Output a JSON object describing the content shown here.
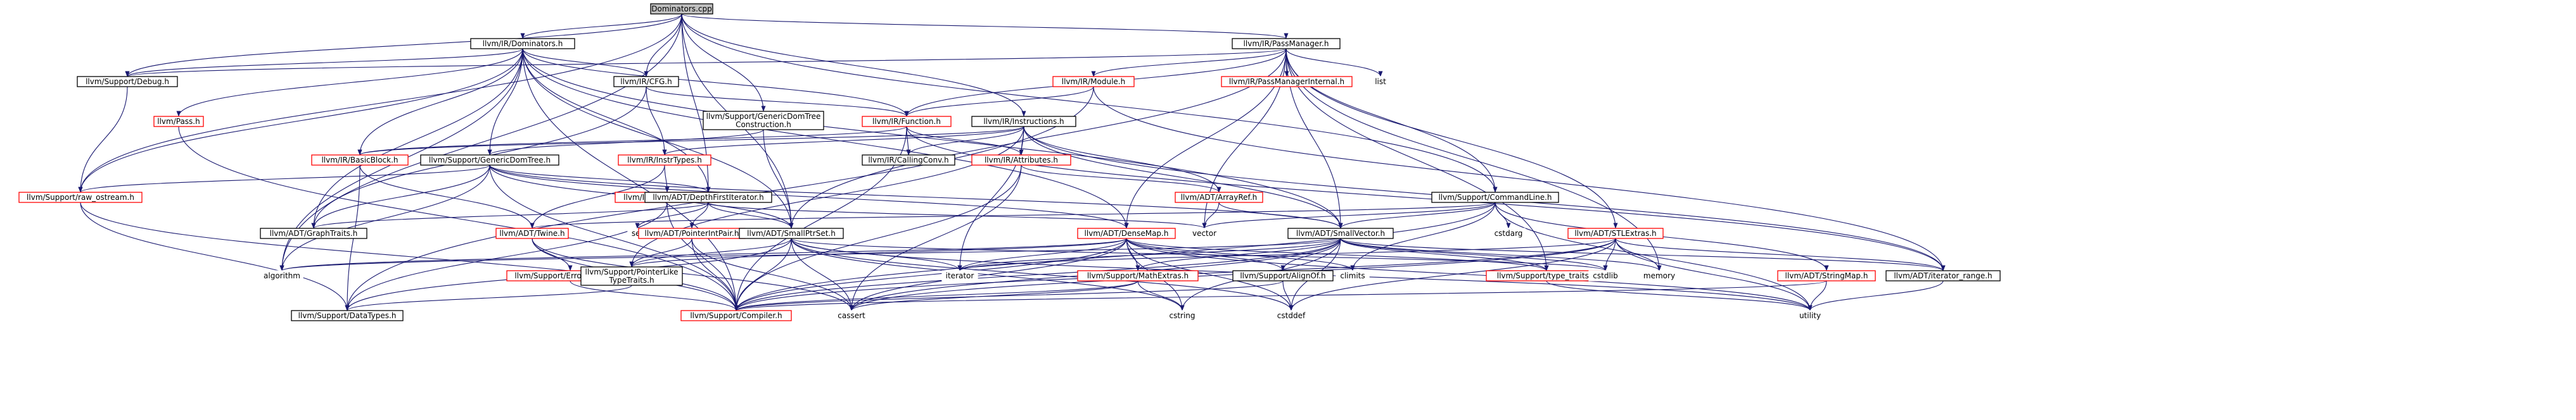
{
  "graph": {
    "type": "include-dependency-graph",
    "colors": {
      "root_fill": "#bfbfbf",
      "node_fill": "#ffffff",
      "border_documented": "#000000",
      "border_undocumented": "#ff0000",
      "border_system": "#bfbfbf",
      "edge": "#191970"
    },
    "nodes": [
      {
        "id": "root",
        "lines": [
          "Dominators.cpp"
        ],
        "style": "root"
      },
      {
        "id": "ir_dominators",
        "lines": [
          "llvm/IR/Dominators.h"
        ],
        "style": "doc"
      },
      {
        "id": "ir_passmanager",
        "lines": [
          "llvm/IR/PassManager.h"
        ],
        "style": "doc"
      },
      {
        "id": "support_debug",
        "lines": [
          "llvm/Support/Debug.h"
        ],
        "style": "doc"
      },
      {
        "id": "ir_cfg",
        "lines": [
          "llvm/IR/CFG.h"
        ],
        "style": "doc"
      },
      {
        "id": "ir_module",
        "lines": [
          "llvm/IR/Module.h"
        ],
        "style": "undoc"
      },
      {
        "id": "ir_pmi",
        "lines": [
          "llvm/IR/PassManagerInternal.h"
        ],
        "style": "undoc"
      },
      {
        "id": "list",
        "lines": [
          "list"
        ],
        "style": "sys"
      },
      {
        "id": "ir_pass",
        "lines": [
          "llvm/Pass.h"
        ],
        "style": "undoc"
      },
      {
        "id": "gdtc",
        "lines": [
          "llvm/Support/GenericDomTree",
          "Construction.h"
        ],
        "style": "doc"
      },
      {
        "id": "ir_function",
        "lines": [
          "llvm/IR/Function.h"
        ],
        "style": "undoc"
      },
      {
        "id": "ir_instructions",
        "lines": [
          "llvm/IR/Instructions.h"
        ],
        "style": "doc"
      },
      {
        "id": "ir_basicblock",
        "lines": [
          "llvm/IR/BasicBlock.h"
        ],
        "style": "undoc"
      },
      {
        "id": "gdt",
        "lines": [
          "llvm/Support/GenericDomTree.h"
        ],
        "style": "doc"
      },
      {
        "id": "ir_insttypes",
        "lines": [
          "llvm/IR/InstrTypes.h"
        ],
        "style": "undoc"
      },
      {
        "id": "ir_callingconv",
        "lines": [
          "llvm/IR/CallingConv.h"
        ],
        "style": "doc"
      },
      {
        "id": "ir_attributes",
        "lines": [
          "llvm/IR/Attributes.h"
        ],
        "style": "undoc"
      },
      {
        "id": "raw_ostream",
        "lines": [
          "llvm/Support/raw_ostream.h"
        ],
        "style": "undoc"
      },
      {
        "id": "ir_derivedtypes",
        "lines": [
          "llvm/IR/DerivedTypes.h"
        ],
        "style": "undoc"
      },
      {
        "id": "dfi",
        "lines": [
          "llvm/ADT/DepthFirstIterator.h"
        ],
        "style": "doc"
      },
      {
        "id": "arrayref",
        "lines": [
          "llvm/ADT/ArrayRef.h"
        ],
        "style": "undoc"
      },
      {
        "id": "cmdline",
        "lines": [
          "llvm/Support/CommandLine.h"
        ],
        "style": "doc"
      },
      {
        "id": "graphtraits",
        "lines": [
          "llvm/ADT/GraphTraits.h"
        ],
        "style": "doc"
      },
      {
        "id": "twine",
        "lines": [
          "llvm/ADT/Twine.h"
        ],
        "style": "undoc"
      },
      {
        "id": "set",
        "lines": [
          "set"
        ],
        "style": "sys"
      },
      {
        "id": "pointerintpair",
        "lines": [
          "llvm/ADT/PointerIntPair.h"
        ],
        "style": "undoc"
      },
      {
        "id": "smallptrset",
        "lines": [
          "llvm/ADT/SmallPtrSet.h"
        ],
        "style": "doc"
      },
      {
        "id": "densemap",
        "lines": [
          "llvm/ADT/DenseMap.h"
        ],
        "style": "undoc"
      },
      {
        "id": "vector",
        "lines": [
          "vector"
        ],
        "style": "sys"
      },
      {
        "id": "smallvector",
        "lines": [
          "llvm/ADT/SmallVector.h"
        ],
        "style": "doc"
      },
      {
        "id": "stlextras",
        "lines": [
          "llvm/ADT/STLExtras.h"
        ],
        "style": "undoc"
      },
      {
        "id": "cstdarg",
        "lines": [
          "cstdarg"
        ],
        "style": "sys"
      },
      {
        "id": "algorithm",
        "lines": [
          "algorithm"
        ],
        "style": "sys"
      },
      {
        "id": "errorhandling",
        "lines": [
          "llvm/Support/ErrorHandling.h"
        ],
        "style": "undoc"
      },
      {
        "id": "ptrliketraits",
        "lines": [
          "llvm/Support/PointerLike",
          "TypeTraits.h"
        ],
        "style": "doc"
      },
      {
        "id": "iterator",
        "lines": [
          "iterator"
        ],
        "style": "sys"
      },
      {
        "id": "mathextras",
        "lines": [
          "llvm/Support/MathExtras.h"
        ],
        "style": "undoc"
      },
      {
        "id": "alignof",
        "lines": [
          "llvm/Support/AlignOf.h"
        ],
        "style": "doc"
      },
      {
        "id": "climits",
        "lines": [
          "climits"
        ],
        "style": "sys"
      },
      {
        "id": "typetraits",
        "lines": [
          "llvm/Support/type_traits.h"
        ],
        "style": "undoc"
      },
      {
        "id": "cstdlib",
        "lines": [
          "cstdlib"
        ],
        "style": "sys"
      },
      {
        "id": "memory",
        "lines": [
          "memory"
        ],
        "style": "sys"
      },
      {
        "id": "stringmap",
        "lines": [
          "llvm/ADT/StringMap.h"
        ],
        "style": "undoc"
      },
      {
        "id": "iterator_range",
        "lines": [
          "llvm/ADT/iterator_range.h"
        ],
        "style": "doc"
      },
      {
        "id": "datatypes",
        "lines": [
          "llvm/Support/DataTypes.h"
        ],
        "style": "doc"
      },
      {
        "id": "compiler",
        "lines": [
          "llvm/Support/Compiler.h"
        ],
        "style": "undoc"
      },
      {
        "id": "cassert",
        "lines": [
          "cassert"
        ],
        "style": "sys"
      },
      {
        "id": "cstring",
        "lines": [
          "cstring"
        ],
        "style": "sys"
      },
      {
        "id": "cstddef",
        "lines": [
          "cstddef"
        ],
        "style": "sys"
      },
      {
        "id": "utility",
        "lines": [
          "utility"
        ],
        "style": "sys"
      }
    ],
    "edges": [
      [
        "root",
        "ir_dominators"
      ],
      [
        "root",
        "ir_passmanager"
      ],
      [
        "root",
        "support_debug"
      ],
      [
        "root",
        "raw_ostream"
      ],
      [
        "root",
        "ir_cfg"
      ],
      [
        "root",
        "gdtc"
      ],
      [
        "root",
        "ir_instructions"
      ],
      [
        "root",
        "dfi"
      ],
      [
        "root",
        "smallptrset"
      ],
      [
        "root",
        "cmdline"
      ],
      [
        "root",
        "algorithm"
      ],
      [
        "ir_dominators",
        "support_debug"
      ],
      [
        "ir_dominators",
        "ir_cfg"
      ],
      [
        "ir_dominators",
        "ir_pass"
      ],
      [
        "ir_dominators",
        "ir_function"
      ],
      [
        "ir_dominators",
        "gdt"
      ],
      [
        "ir_dominators",
        "ir_basicblock"
      ],
      [
        "ir_dominators",
        "raw_ostream"
      ],
      [
        "ir_dominators",
        "graphtraits"
      ],
      [
        "ir_dominators",
        "dfi"
      ],
      [
        "ir_dominators",
        "smallptrset"
      ],
      [
        "ir_dominators",
        "densemap"
      ],
      [
        "ir_dominators",
        "smallvector"
      ],
      [
        "ir_dominators",
        "algorithm"
      ],
      [
        "ir_dominators",
        "compiler"
      ],
      [
        "ir_passmanager",
        "support_debug"
      ],
      [
        "ir_passmanager",
        "ir_module"
      ],
      [
        "ir_passmanager",
        "ir_pmi"
      ],
      [
        "ir_passmanager",
        "list"
      ],
      [
        "ir_passmanager",
        "ir_function"
      ],
      [
        "ir_passmanager",
        "cmdline"
      ],
      [
        "ir_passmanager",
        "smallptrset"
      ],
      [
        "ir_passmanager",
        "densemap"
      ],
      [
        "ir_passmanager",
        "stlextras"
      ],
      [
        "ir_passmanager",
        "smallvector"
      ],
      [
        "ir_passmanager",
        "vector"
      ],
      [
        "ir_passmanager",
        "memory"
      ],
      [
        "ir_passmanager",
        "typetraits"
      ],
      [
        "support_debug",
        "raw_ostream"
      ],
      [
        "ir_cfg",
        "ir_function"
      ],
      [
        "ir_cfg",
        "ir_insttypes"
      ],
      [
        "ir_cfg",
        "graphtraits"
      ],
      [
        "ir_module",
        "ir_function"
      ],
      [
        "ir_module",
        "datatypes"
      ],
      [
        "ir_module",
        "iterator_range"
      ],
      [
        "ir_pass",
        "compiler"
      ],
      [
        "gdtc",
        "gdt"
      ],
      [
        "gdtc",
        "smallptrset"
      ],
      [
        "ir_function",
        "ir_basicblock"
      ],
      [
        "ir_function",
        "ir_callingconv"
      ],
      [
        "ir_function",
        "ir_attributes"
      ],
      [
        "ir_function",
        "compiler"
      ],
      [
        "ir_function",
        "iterator_range"
      ],
      [
        "ir_instructions",
        "ir_insttypes"
      ],
      [
        "ir_instructions",
        "ir_basicblock"
      ],
      [
        "ir_instructions",
        "ir_callingconv"
      ],
      [
        "ir_instructions",
        "ir_attributes"
      ],
      [
        "ir_instructions",
        "ptrliketraits"
      ],
      [
        "ir_instructions",
        "arrayref"
      ],
      [
        "ir_instructions",
        "smallvector"
      ],
      [
        "ir_instructions",
        "iterator"
      ],
      [
        "ir_instructions",
        "iterator_range"
      ],
      [
        "ir_basicblock",
        "twine"
      ],
      [
        "ir_basicblock",
        "datatypes"
      ],
      [
        "gdt",
        "raw_ostream"
      ],
      [
        "gdt",
        "graphtraits"
      ],
      [
        "gdt",
        "dfi"
      ],
      [
        "gdt",
        "smallptrset"
      ],
      [
        "gdt",
        "densemap"
      ],
      [
        "gdt",
        "smallvector"
      ],
      [
        "gdt",
        "algorithm"
      ],
      [
        "gdt",
        "compiler"
      ],
      [
        "ir_insttypes",
        "ir_derivedtypes"
      ],
      [
        "ir_insttypes",
        "twine"
      ],
      [
        "ir_attributes",
        "arrayref"
      ],
      [
        "ir_attributes",
        "compiler"
      ],
      [
        "ir_attributes",
        "cassert"
      ],
      [
        "raw_ostream",
        "compiler"
      ],
      [
        "raw_ostream",
        "datatypes"
      ],
      [
        "ir_derivedtypes",
        "datatypes"
      ],
      [
        "ir_derivedtypes",
        "compiler"
      ],
      [
        "dfi",
        "graphtraits"
      ],
      [
        "dfi",
        "pointerintpair"
      ],
      [
        "dfi",
        "smallptrset"
      ],
      [
        "dfi",
        "set"
      ],
      [
        "dfi",
        "vector"
      ],
      [
        "arrayref",
        "smallvector"
      ],
      [
        "arrayref",
        "vector"
      ],
      [
        "cmdline",
        "twine"
      ],
      [
        "cmdline",
        "smallvector"
      ],
      [
        "cmdline",
        "stringmap"
      ],
      [
        "cmdline",
        "compiler"
      ],
      [
        "cmdline",
        "climits"
      ],
      [
        "cmdline",
        "cstdarg"
      ],
      [
        "cmdline",
        "utility"
      ],
      [
        "cmdline",
        "vector"
      ],
      [
        "twine",
        "compiler"
      ],
      [
        "twine",
        "errorhandling"
      ],
      [
        "twine",
        "cassert"
      ],
      [
        "pointerintpair",
        "ptrliketraits"
      ],
      [
        "pointerintpair",
        "compiler"
      ],
      [
        "pointerintpair",
        "cassert"
      ],
      [
        "smallptrset",
        "compiler"
      ],
      [
        "smallptrset",
        "datatypes"
      ],
      [
        "smallptrset",
        "ptrliketraits"
      ],
      [
        "smallptrset",
        "cassert"
      ],
      [
        "smallptrset",
        "iterator"
      ],
      [
        "smallptrset",
        "cstddef"
      ],
      [
        "smallptrset",
        "cstring"
      ],
      [
        "smallptrset",
        "cstdlib"
      ],
      [
        "smallptrset",
        "utility"
      ],
      [
        "densemap",
        "compiler"
      ],
      [
        "densemap",
        "ptrliketraits"
      ],
      [
        "densemap",
        "mathextras"
      ],
      [
        "densemap",
        "alignof"
      ],
      [
        "densemap",
        "typetraits"
      ],
      [
        "densemap",
        "algorithm"
      ],
      [
        "densemap",
        "cassert"
      ],
      [
        "densemap",
        "climits"
      ],
      [
        "densemap",
        "cstddef"
      ],
      [
        "densemap",
        "cstring"
      ],
      [
        "densemap",
        "iterator"
      ],
      [
        "densemap",
        "utility"
      ],
      [
        "smallvector",
        "compiler"
      ],
      [
        "smallvector",
        "mathextras"
      ],
      [
        "smallvector",
        "alignof"
      ],
      [
        "smallvector",
        "typetraits"
      ],
      [
        "smallvector",
        "iterator_range"
      ],
      [
        "smallvector",
        "algorithm"
      ],
      [
        "smallvector",
        "cassert"
      ],
      [
        "smallvector",
        "cstddef"
      ],
      [
        "smallvector",
        "cstdlib"
      ],
      [
        "smallvector",
        "cstring"
      ],
      [
        "smallvector",
        "iterator"
      ],
      [
        "smallvector",
        "memory"
      ],
      [
        "stlextras",
        "compiler"
      ],
      [
        "stlextras",
        "iterator_range"
      ],
      [
        "stlextras",
        "cstddef"
      ],
      [
        "stlextras",
        "cstdlib"
      ],
      [
        "stlextras",
        "iterator"
      ],
      [
        "stlextras",
        "memory"
      ],
      [
        "stlextras",
        "utility"
      ],
      [
        "stlextras",
        "cassert"
      ],
      [
        "errorhandling",
        "compiler"
      ],
      [
        "ptrliketraits",
        "datatypes"
      ],
      [
        "mathextras",
        "compiler"
      ],
      [
        "mathextras",
        "cassert"
      ],
      [
        "mathextras",
        "cstring"
      ],
      [
        "alignof",
        "compiler"
      ],
      [
        "alignof",
        "cstddef"
      ],
      [
        "typetraits",
        "utility"
      ],
      [
        "stringmap",
        "compiler"
      ],
      [
        "stringmap",
        "utility"
      ],
      [
        "iterator_range",
        "utility"
      ]
    ]
  }
}
